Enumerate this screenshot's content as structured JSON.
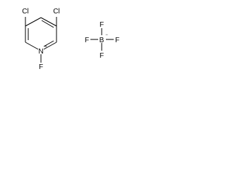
{
  "cation": {
    "atoms": {
      "cl_left": "Cl",
      "cl_right": "Cl",
      "nitrogen": "N",
      "nitrogen_charge": "+",
      "fluorine": "F"
    }
  },
  "anion": {
    "atoms": {
      "boron": "B",
      "boron_charge": "−",
      "f_top": "F",
      "f_left": "F",
      "f_right": "F",
      "f_bottom": "F"
    }
  }
}
